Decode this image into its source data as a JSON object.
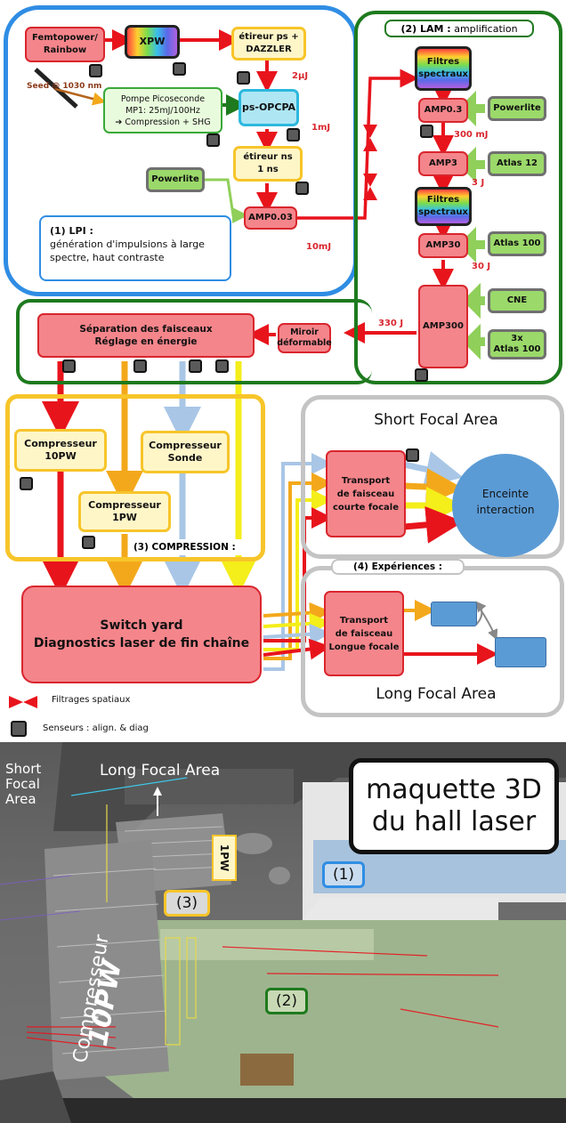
{
  "lpi": {
    "title": "(1) LPI :",
    "desc": "génération d'impulsions à large spectre, haut contraste",
    "femtopower": "Femtopower/\nRainbow",
    "xpw": "XPW",
    "stretcher_ps": "étireur ps +\nDAZZLER",
    "seed": "Seed @ 1030 nm",
    "pompe": "Pompe Picoseconde\nMP1: 25mJ/100Hz\n➔ Compression + SHG",
    "opcpa": "ps-OPCPA",
    "stretcher_ns": "étireur ns\n1 ns",
    "powerlite": "Powerlite",
    "amp003": "AMP0.03",
    "e_2uJ": "2µJ",
    "e_1mJ": "1mJ",
    "e_10mJ": "10mJ"
  },
  "lam": {
    "title_bold": "(2) LAM :",
    "title_rest": " amplification",
    "filtres1": "Filtres\nspectraux",
    "amp03": "AMP0.3",
    "powerlite": "Powerlite",
    "e_300mJ": "300 mJ",
    "amp3": "AMP3",
    "atlas12": "Atlas 12",
    "e_3J": "3 J",
    "filtres2": "Filtres\nspectraux",
    "amp30": "AMP30",
    "atlas100": "Atlas 100",
    "e_30J": "30 J",
    "cne": "CNE",
    "amp300": "AMP300",
    "atlas100x3": "3x\nAtlas 100",
    "e_330J": "330 J",
    "miroir": "Miroir\ndéformable",
    "separation": "Séparation des faisceaux\nRéglage en énergie"
  },
  "compression": {
    "title": "(3) COMPRESSION :",
    "c10pw": "Compresseur\n10PW",
    "csonde": "Compresseur\nSonde",
    "c1pw": "Compresseur\n1PW",
    "switchyard": "Switch yard\nDiagnostics laser de fin chaîne"
  },
  "experiments": {
    "title": "(4) Expériences :",
    "short_area": "Short Focal Area",
    "transport_short": "Transport\nde faisceau\ncourte focale",
    "enceinte": "Enceinte\ninteraction",
    "transport_long": "Transport\nde faisceau\nLongue focale",
    "long_area": "Long Focal Area"
  },
  "legend": {
    "filtrages": "Filtrages spatiaux",
    "senseurs": "Senseurs : align. & diag"
  },
  "model3d": {
    "title_line1": "maquette 3D",
    "title_line2": "du hall laser",
    "short_focal_line1": "Short",
    "short_focal_line2": "Focal",
    "short_focal_line3": "Area",
    "long_focal": "Long Focal Area",
    "label_1pw": "1PW",
    "label_3": "(3)",
    "label_1": "(1)",
    "label_2": "(2)",
    "compresseur": "Compresseur",
    "label_10pw": "10PW"
  },
  "colors": {
    "lpi_frame": "#2f8de4",
    "lam_frame": "#1e7a1e",
    "comp_frame": "#f7c52a",
    "exp_frame": "#c4c4c4",
    "beam_red": "#e8141c",
    "beam_orange": "#f3a81b",
    "beam_yellow": "#f4ee1a",
    "beam_blue": "#a9c6e6",
    "beam_green": "#8fcf5a",
    "enceinte": "#5b9bd5"
  }
}
